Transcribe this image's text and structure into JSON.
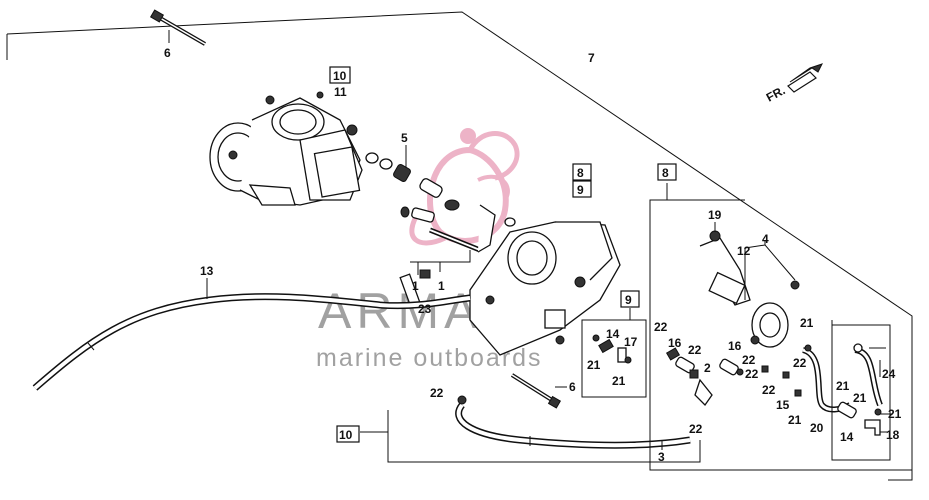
{
  "front_label": "FR.",
  "watermark": {
    "brand": "ARMADA",
    "tagline": "marine outboards",
    "accent_color": "#e89ab5"
  },
  "callouts": [
    {
      "id": "c6a",
      "text": "6"
    },
    {
      "id": "c10a",
      "text": "10",
      "boxed": true
    },
    {
      "id": "c11",
      "text": "11"
    },
    {
      "id": "c5",
      "text": "5"
    },
    {
      "id": "c7",
      "text": "7"
    },
    {
      "id": "c8a",
      "text": "8",
      "boxed": true
    },
    {
      "id": "c9a",
      "text": "9",
      "boxed": true
    },
    {
      "id": "c8b",
      "text": "8",
      "boxed": true
    },
    {
      "id": "c19",
      "text": "19"
    },
    {
      "id": "c12",
      "text": "12"
    },
    {
      "id": "c4",
      "text": "4"
    },
    {
      "id": "c13",
      "text": "13"
    },
    {
      "id": "c1a",
      "text": "1"
    },
    {
      "id": "c1b",
      "text": "1"
    },
    {
      "id": "c23",
      "text": "23"
    },
    {
      "id": "c9b",
      "text": "9",
      "boxed": true
    },
    {
      "id": "c14a",
      "text": "14"
    },
    {
      "id": "c17",
      "text": "17"
    },
    {
      "id": "c21a",
      "text": "21"
    },
    {
      "id": "c21b",
      "text": "21"
    },
    {
      "id": "c22a",
      "text": "22"
    },
    {
      "id": "c16a",
      "text": "16"
    },
    {
      "id": "c22b",
      "text": "22"
    },
    {
      "id": "c2",
      "text": "2"
    },
    {
      "id": "c16b",
      "text": "16"
    },
    {
      "id": "c22c",
      "text": "22"
    },
    {
      "id": "c22d",
      "text": "22"
    },
    {
      "id": "c21c",
      "text": "21"
    },
    {
      "id": "c22e",
      "text": "22"
    },
    {
      "id": "c22f",
      "text": "22"
    },
    {
      "id": "c15",
      "text": "15"
    },
    {
      "id": "c21d",
      "text": "21"
    },
    {
      "id": "c20",
      "text": "20"
    },
    {
      "id": "c21e",
      "text": "21"
    },
    {
      "id": "c24",
      "text": "24"
    },
    {
      "id": "c21f",
      "text": "21"
    },
    {
      "id": "c21g",
      "text": "21"
    },
    {
      "id": "c14b",
      "text": "14"
    },
    {
      "id": "c18",
      "text": "18"
    },
    {
      "id": "c6b",
      "text": "6"
    },
    {
      "id": "c22g",
      "text": "22"
    },
    {
      "id": "c22h",
      "text": "22"
    },
    {
      "id": "c10b",
      "text": "10",
      "boxed": true
    },
    {
      "id": "c3",
      "text": "3"
    }
  ]
}
